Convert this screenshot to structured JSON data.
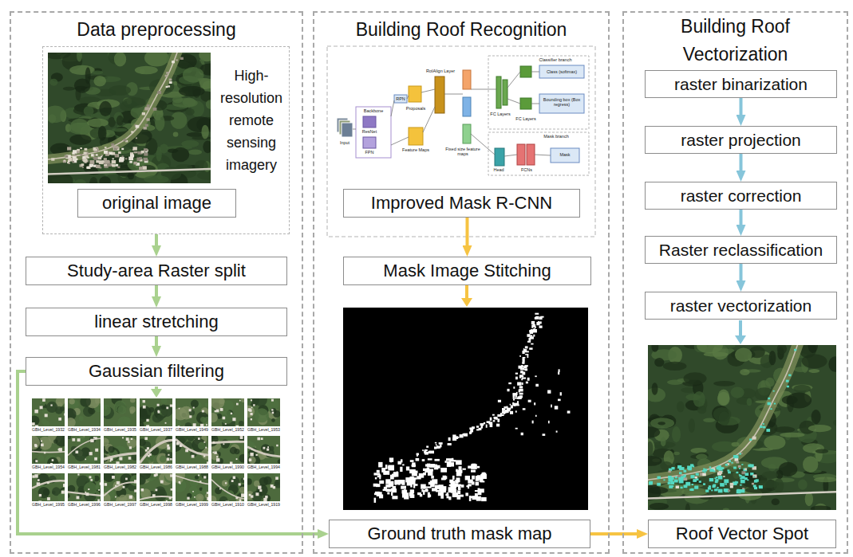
{
  "diagram": {
    "nodes": [
      {
        "text": [
          "Data preprocessing"
        ]
      },
      {
        "text": [
          "High-resolution remote sensing imagery"
        ],
        "in": 0
      },
      {
        "text": [
          "original image"
        ],
        "in": 1
      },
      {
        "text": [
          "Study-area Raster split"
        ],
        "in": 0
      },
      {
        "text": [
          "linear stretching"
        ],
        "in": 0
      },
      {
        "text": [
          "Gaussian filtering"
        ],
        "in": 0
      },
      {
        "text": [
          "Building Roof Recognition"
        ]
      },
      {
        "text": [
          "Improved Mask R-CNN"
        ],
        "in": 6
      },
      {
        "text": [
          "Mask Image Stitching"
        ],
        "in": 6
      },
      {
        "text": [
          "Ground truth mask map"
        ],
        "in": 6
      },
      {
        "text": [
          "Building Roof Vectorization"
        ]
      },
      {
        "text": [
          "raster binarization"
        ],
        "in": 10
      },
      {
        "text": [
          "raster projection"
        ],
        "in": 10
      },
      {
        "text": [
          "raster correction"
        ],
        "in": 10
      },
      {
        "text": [
          "Raster reclassification"
        ],
        "in": 10
      },
      {
        "text": [
          "raster vectorization"
        ],
        "in": 10
      },
      {
        "text": [
          "Roof Vector Spot"
        ],
        "in": 10
      }
    ],
    "edges": [
      {
        "from": 1,
        "to": 3,
        "arrow": "to"
      },
      {
        "from": 3,
        "to": 4,
        "arrow": "to"
      },
      {
        "from": 4,
        "to": 5,
        "arrow": "to"
      },
      {
        "from": 5,
        "to": 9,
        "arrow": "to"
      },
      {
        "from": 7,
        "to": 8,
        "arrow": "to"
      },
      {
        "from": 9,
        "to": 16,
        "arrow": "to"
      },
      {
        "from": 11,
        "to": 12,
        "arrow": "to"
      },
      {
        "from": 12,
        "to": 13,
        "arrow": "to"
      },
      {
        "from": 13,
        "to": 14,
        "arrow": "to"
      },
      {
        "from": 14,
        "to": 15,
        "arrow": "to"
      }
    ],
    "labels": [
      "GBH_Level_1932",
      "GBH_Level_1934",
      "GBH_Level_1935",
      "GBH_Level_1937",
      "GBH_Level_1949",
      "GBH_Level_1952",
      "GBH_Level_1953",
      "GBH_Level_1954",
      "GBH_Level_1981",
      "GBH_Level_1982",
      "GBH_Level_1986",
      "GBH_Level_1988",
      "GBH_Level_1990",
      "GBH_Level_1994",
      "GBH_Level_1995",
      "GBH_Level_1996",
      "GBH_Level_1997",
      "GBH_Level_1998",
      "GBH_Level_1999",
      "GBH_Level_1910",
      "GBH_Level_1919",
      "Input",
      "Backbone",
      "ResNet",
      "FPN",
      "RPN",
      "Proposals",
      "Feature Maps",
      "RoIAlign Layer",
      "Fixed size feature maps",
      "Classifier branch",
      "FC Layers",
      "FC Layers",
      "Class (softmax)",
      "Bounding box (Box regress)",
      "Mask branch",
      "Head",
      "FCNs",
      "Mask"
    ]
  }
}
